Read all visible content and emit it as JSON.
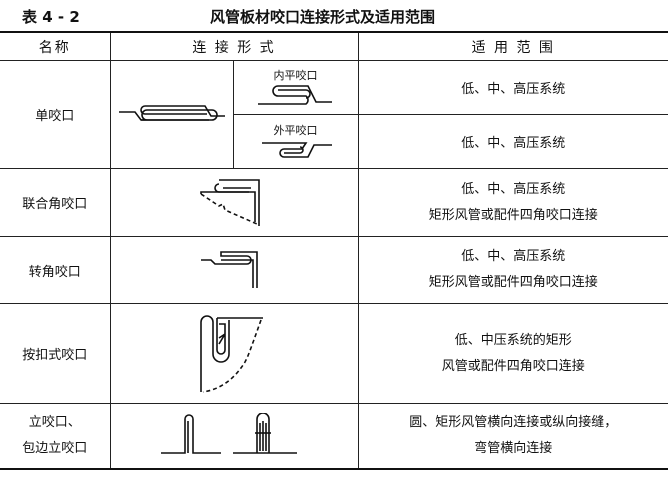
{
  "table_number": "表 4 - 2",
  "title": "风管板材咬口连接形式及适用范围",
  "headers": [
    "名称",
    "连 接 形 式",
    "适 用 范 围"
  ],
  "rows": [
    {
      "name": "单咬口",
      "sub": [
        {
          "label": "内平咬口",
          "scope": "低、中、高压系统"
        },
        {
          "label": "外平咬口",
          "scope": "低、中、高压系统"
        }
      ]
    },
    {
      "name": "联合角咬口",
      "scope": [
        "低、中、高压系统",
        "矩形风管或配件四角咬口连接"
      ]
    },
    {
      "name": "转角咬口",
      "scope": [
        "低、中、高压系统",
        "矩形风管或配件四角咬口连接"
      ]
    },
    {
      "name": "按扣式咬口",
      "scope": [
        "低、中压系统的矩形",
        "风管或配件四角咬口连接"
      ]
    },
    {
      "name": [
        "立咬口、",
        "包边立咬口"
      ],
      "scope": [
        "圆、矩形风管横向连接或纵向接缝，",
        "弯管横向连接"
      ]
    }
  ]
}
